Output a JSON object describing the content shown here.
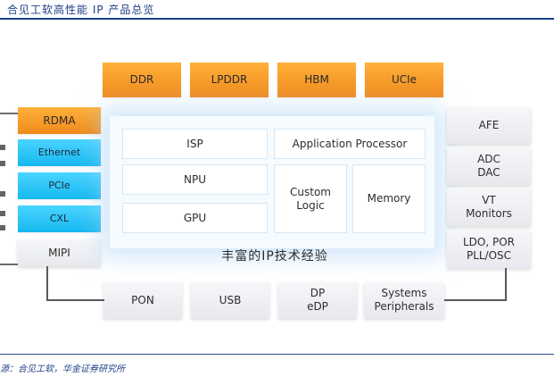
{
  "header": {
    "title": "合见工软高性能 IP 产品总览"
  },
  "diagram": {
    "top_memory_interfaces": [
      "DDR",
      "LPDDR",
      "HBM",
      "UCIe"
    ],
    "left_interfaces": [
      "RDMA",
      "Ethernet",
      "PCIe",
      "CXL",
      "MIPI"
    ],
    "center": {
      "blocks": {
        "isp": "ISP",
        "application_processor": "Application Processor",
        "npu": "NPU",
        "gpu": "GPU",
        "custom_logic": "Custom\nLogic",
        "memory": "Memory"
      },
      "caption": "丰富的IP技术经验"
    },
    "right_blocks": [
      "AFE",
      "ADC\nDAC",
      "VT\nMonitors",
      "LDO, POR\nPLL/OSC"
    ],
    "bottom_blocks": [
      "PON",
      "USB",
      "DP\neDP",
      "Systems\nPeripherals"
    ]
  },
  "footer": {
    "source": "源：合见工软，华金证券研究所"
  },
  "colors": {
    "title_blue": "#1d3f86",
    "orange": "#f08a1c",
    "cyan": "#16b8f0",
    "gray": "#e7e9ee",
    "line": "#555a60"
  }
}
